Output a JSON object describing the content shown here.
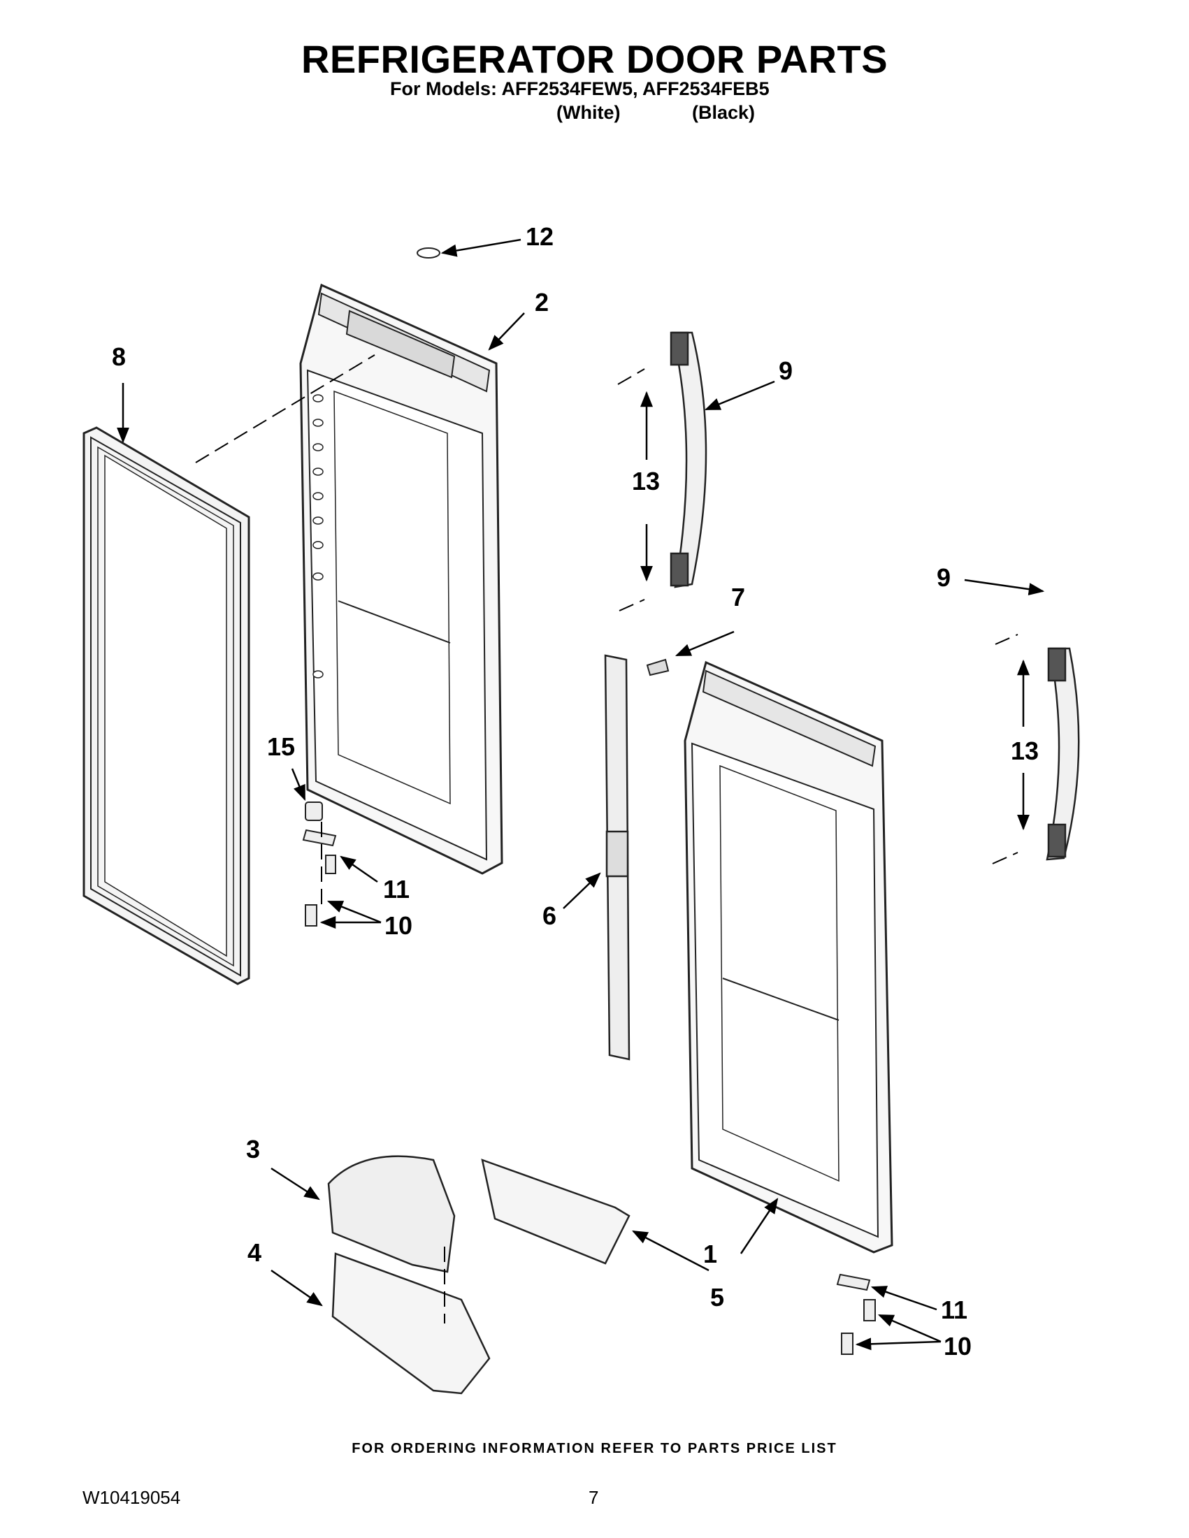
{
  "header": {
    "title": "REFRIGERATOR DOOR PARTS",
    "models": "For Models: AFF2534FEW5, AFF2534FEB5",
    "variant_white": "(White)",
    "variant_black": "(Black)"
  },
  "callouts": {
    "c1": "1",
    "c2": "2",
    "c3": "3",
    "c4": "4",
    "c5": "5",
    "c6": "6",
    "c7": "7",
    "c8": "8",
    "c9a": "9",
    "c9b": "9",
    "c10a": "10",
    "c10b": "10",
    "c11a": "11",
    "c11b": "11",
    "c12": "12",
    "c13a": "13",
    "c13b": "13",
    "c15": "15"
  },
  "footer": {
    "note": "FOR ORDERING INFORMATION REFER TO PARTS PRICE LIST",
    "doc_number": "W10419054",
    "page_number": "7"
  }
}
